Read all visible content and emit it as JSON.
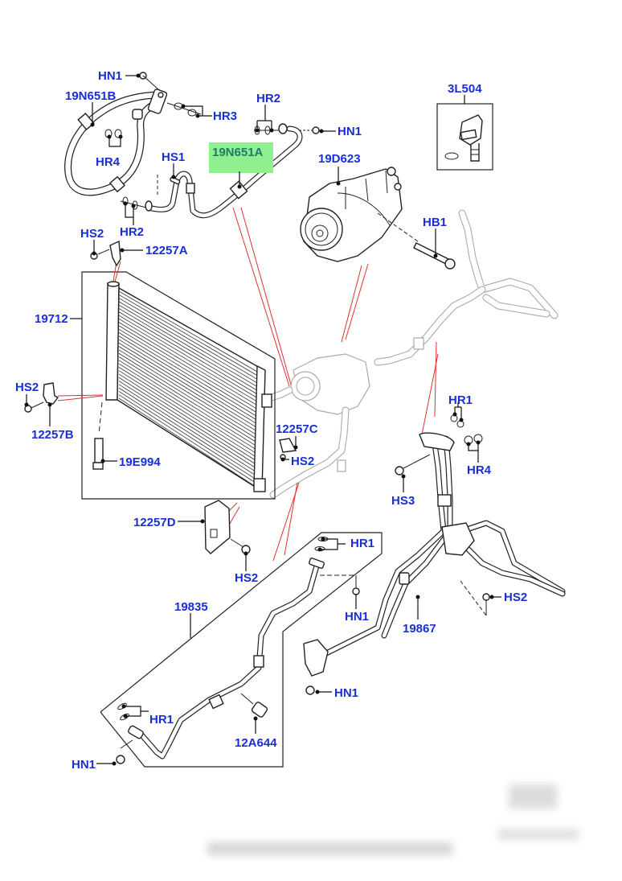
{
  "diagram": {
    "title": "Air Conditioning Condenser, Compressor and Hoses - exploded parts diagram",
    "highlight_color": "#8ef08e",
    "label_color": "#1a2ed6",
    "labels": {
      "hn1_top": "HN1",
      "p19n651b": "19N651B",
      "hr3": "HR3",
      "hr4_top": "HR4",
      "hr2_top": "HR2",
      "hn1_right": "HN1",
      "hs1": "HS1",
      "p19n651a": "19N651A",
      "hr2_left": "HR2",
      "p3l504": "3L504",
      "p19d623": "19D623",
      "hb1": "HB1",
      "hs2_a": "HS2",
      "p12257a": "12257A",
      "p19712": "19712",
      "hs2_b": "HS2",
      "p12257b": "12257B",
      "p19e994": "19E994",
      "p12257c": "12257C",
      "hs2_c": "HS2",
      "hr1_right": "HR1",
      "hr4_right": "HR4",
      "hs3": "HS3",
      "p12257d": "12257D",
      "hs2_d": "HS2",
      "hr1_mid": "HR1",
      "hn1_mid": "HN1",
      "hs2_e": "HS2",
      "p19835": "19835",
      "p19867": "19867",
      "hn1_low": "HN1",
      "hr1_low": "HR1",
      "p12a644": "12A644",
      "hn1_bottom": "HN1"
    },
    "highlighted_part": "19N651A"
  }
}
